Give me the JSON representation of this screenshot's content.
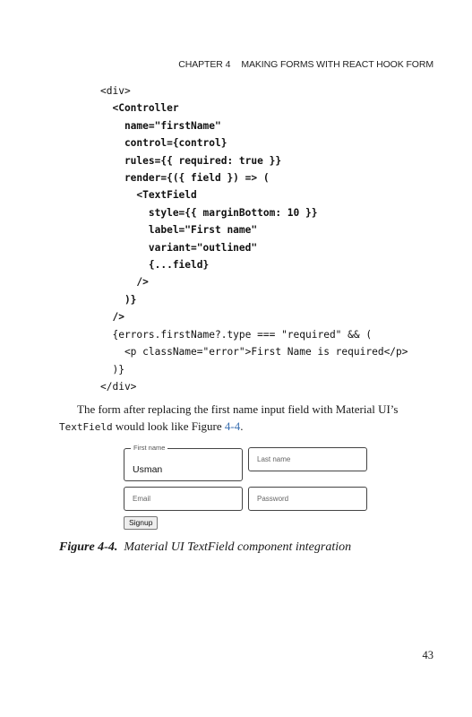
{
  "header": {
    "chapter": "CHAPTER 4",
    "title": "MAKING FORMS WITH REACT HOOK FORM"
  },
  "code_lines": [
    "<div>",
    "  <Controller",
    "    name=\"firstName\"",
    "    control={control}",
    "    rules={{ required: true }}",
    "    render={({ field }) => (",
    "      <TextField",
    "        style={{ marginBottom: 10 }}",
    "        label=\"First name\"",
    "        variant=\"outlined\"",
    "        {...field}",
    "      />",
    "    )}",
    "  />",
    "  {errors.firstName?.type === \"required\" && (",
    "    <p className=\"error\">First Name is required</p>",
    "  )}",
    "</div>"
  ],
  "paragraph": {
    "text_before": "The form after replacing the first name input field with Material UI’s ",
    "code": "TextField",
    "text_middle": " would look like Figure ",
    "link": "4-4",
    "text_after": "."
  },
  "figure": {
    "first_name": {
      "label": "First name",
      "value": "Usman"
    },
    "last_name": {
      "placeholder": "Last name"
    },
    "email": {
      "placeholder": "Email"
    },
    "password": {
      "placeholder": "Password"
    },
    "signup_label": "Signup"
  },
  "caption": {
    "label": "Figure 4-4.",
    "text": "Material UI TextField component integration"
  },
  "page_number": "43",
  "colors": {
    "link": "#3a6fb0",
    "text": "#1a1a1a",
    "field_border": "#444444"
  }
}
